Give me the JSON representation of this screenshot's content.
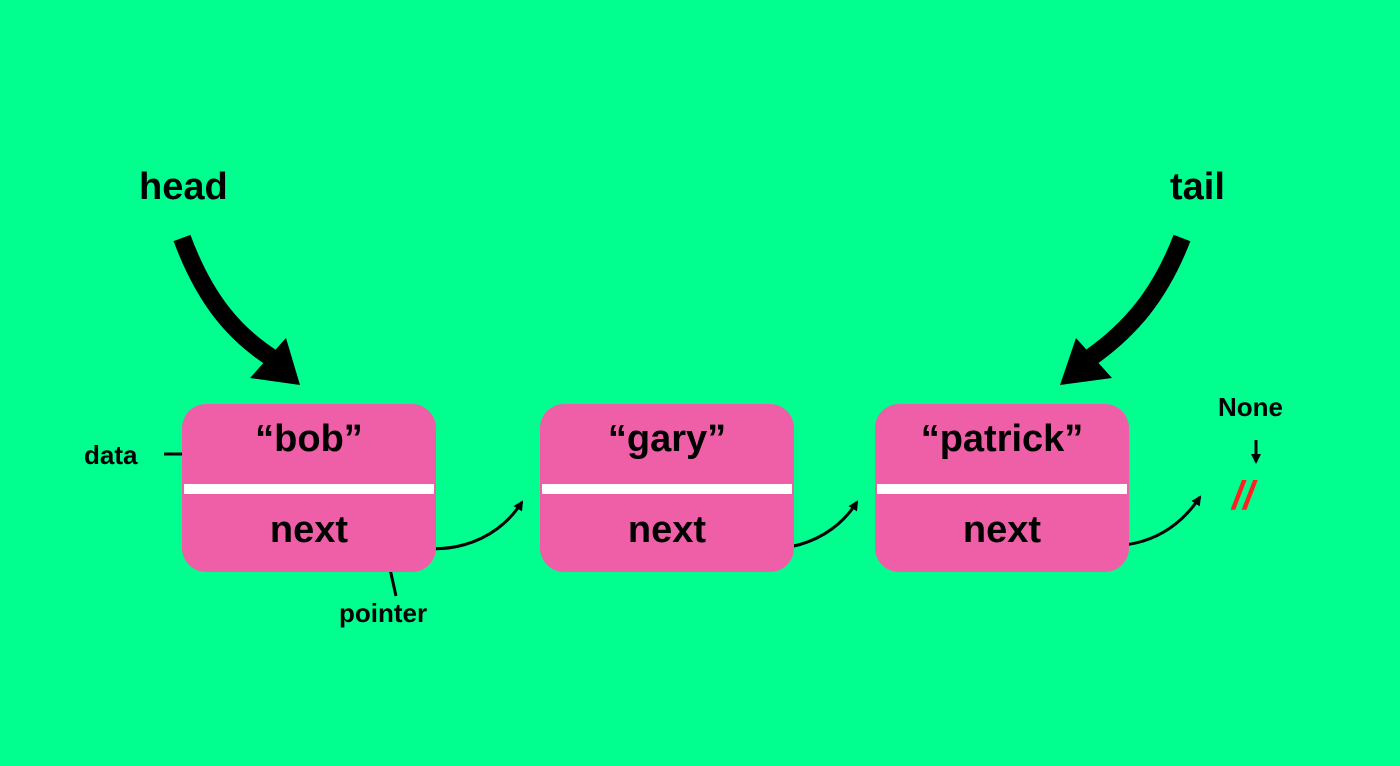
{
  "labels": {
    "head": "head",
    "tail": "tail",
    "data": "data",
    "pointer": "pointer",
    "none": "None",
    "null_mark": "//"
  },
  "nodes": [
    {
      "data": "“bob”",
      "next": "next"
    },
    {
      "data": "“gary”",
      "next": "next"
    },
    {
      "data": "“patrick”",
      "next": "next"
    }
  ],
  "colors": {
    "background": "#00ff8f",
    "node_fill": "#ee5fa7",
    "divider": "#ffffff",
    "arrow": "#000000",
    "null_mark": "#ff2020"
  }
}
